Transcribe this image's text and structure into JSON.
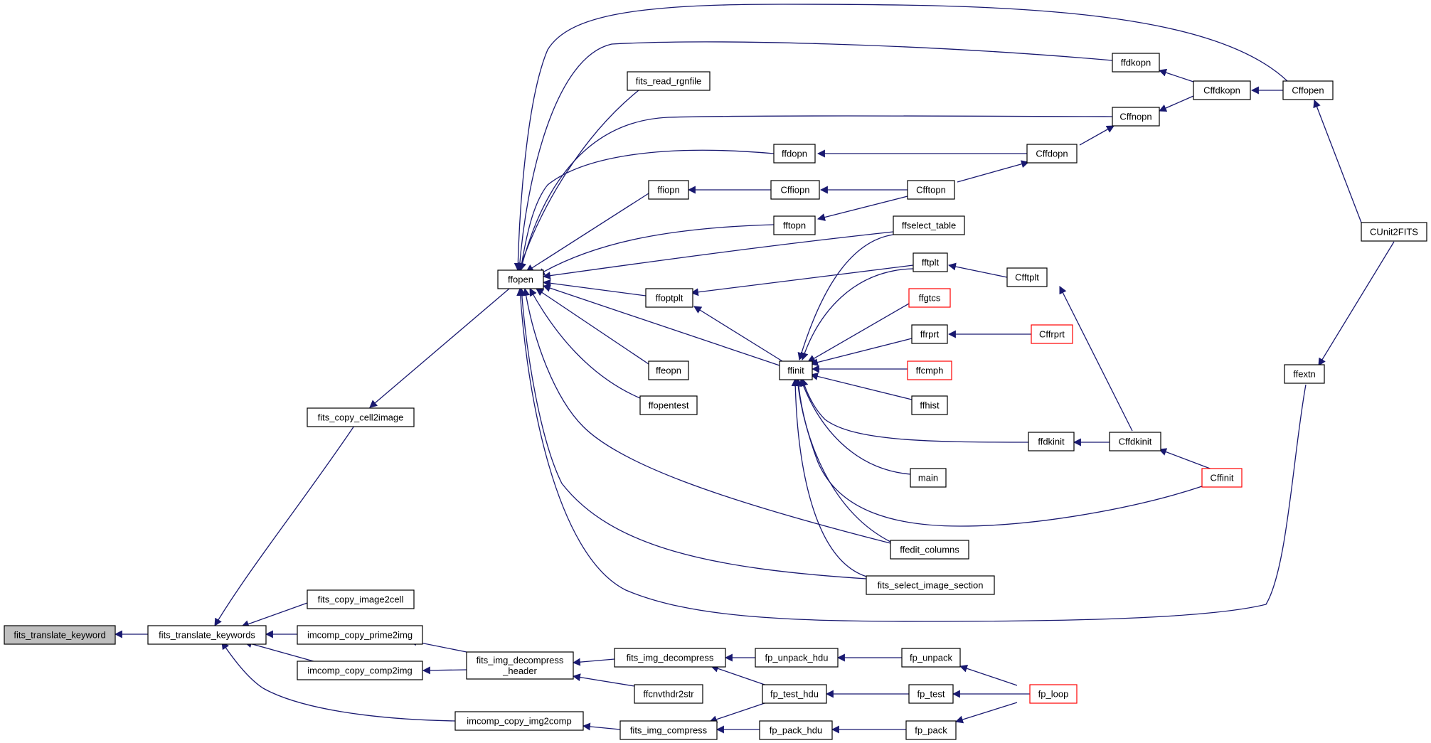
{
  "colors": {
    "edge": "#191970",
    "root_fill": "#bfbfbf",
    "truncated_border": "#ff0000"
  },
  "nodes": [
    {
      "id": "n_fits_translate_keyword",
      "lines": [
        "fits_translate_keyword"
      ],
      "root": true
    },
    {
      "id": "n_fits_translate_keywords",
      "lines": [
        "fits_translate_keywords"
      ]
    },
    {
      "id": "n_fits_copy_cell2image",
      "lines": [
        "fits_copy_cell2image"
      ]
    },
    {
      "id": "n_fits_copy_image2cell",
      "lines": [
        "fits_copy_image2cell"
      ]
    },
    {
      "id": "n_imcomp_copy_prime2img",
      "lines": [
        "imcomp_copy_prime2img"
      ]
    },
    {
      "id": "n_imcomp_copy_comp2img",
      "lines": [
        "imcomp_copy_comp2img"
      ]
    },
    {
      "id": "n_imcomp_copy_img2comp",
      "lines": [
        "imcomp_copy_img2comp"
      ]
    },
    {
      "id": "n_fits_img_decompress_header",
      "lines": [
        "fits_img_decompress",
        "_header"
      ]
    },
    {
      "id": "n_fits_img_decompress",
      "lines": [
        "fits_img_decompress"
      ]
    },
    {
      "id": "n_ffcnvthdr2str",
      "lines": [
        "ffcnvthdr2str"
      ]
    },
    {
      "id": "n_fits_img_compress",
      "lines": [
        "fits_img_compress"
      ]
    },
    {
      "id": "n_fp_unpack_hdu",
      "lines": [
        "fp_unpack_hdu"
      ]
    },
    {
      "id": "n_fp_test_hdu",
      "lines": [
        "fp_test_hdu"
      ]
    },
    {
      "id": "n_fp_pack_hdu",
      "lines": [
        "fp_pack_hdu"
      ]
    },
    {
      "id": "n_fp_unpack",
      "lines": [
        "fp_unpack"
      ]
    },
    {
      "id": "n_fp_test",
      "lines": [
        "fp_test"
      ]
    },
    {
      "id": "n_fp_pack",
      "lines": [
        "fp_pack"
      ]
    },
    {
      "id": "n_fp_loop",
      "lines": [
        "fp_loop"
      ],
      "truncated": true
    },
    {
      "id": "n_ffopen",
      "lines": [
        "ffopen"
      ]
    },
    {
      "id": "n_fits_read_rgnfile",
      "lines": [
        "fits_read_rgnfile"
      ]
    },
    {
      "id": "n_ffdopn",
      "lines": [
        "ffdopn"
      ]
    },
    {
      "id": "n_ffiopn",
      "lines": [
        "ffiopn"
      ]
    },
    {
      "id": "n_fftopn",
      "lines": [
        "fftopn"
      ]
    },
    {
      "id": "n_ffoptplt",
      "lines": [
        "ffoptplt"
      ]
    },
    {
      "id": "n_ffeopn",
      "lines": [
        "ffeopn"
      ]
    },
    {
      "id": "n_ffopentest",
      "lines": [
        "ffopentest"
      ]
    },
    {
      "id": "n_ffinit",
      "lines": [
        "ffinit"
      ]
    },
    {
      "id": "n_Cffiopn",
      "lines": [
        "Cffiopn"
      ]
    },
    {
      "id": "n_ffdkopn",
      "lines": [
        "ffdkopn"
      ]
    },
    {
      "id": "n_Cffnopn",
      "lines": [
        "Cffnopn"
      ]
    },
    {
      "id": "n_Cffdopn",
      "lines": [
        "Cffdopn"
      ]
    },
    {
      "id": "n_Cfftopn",
      "lines": [
        "Cfftopn"
      ]
    },
    {
      "id": "n_ffselect_table",
      "lines": [
        "ffselect_table"
      ]
    },
    {
      "id": "n_fftplt",
      "lines": [
        "fftplt"
      ]
    },
    {
      "id": "n_ffgtcs",
      "lines": [
        "ffgtcs"
      ],
      "truncated": true
    },
    {
      "id": "n_ffrprt",
      "lines": [
        "ffrprt"
      ]
    },
    {
      "id": "n_ffcmph",
      "lines": [
        "ffcmph"
      ],
      "truncated": true
    },
    {
      "id": "n_ffhist",
      "lines": [
        "ffhist"
      ]
    },
    {
      "id": "n_ffdkinit",
      "lines": [
        "ffdkinit"
      ]
    },
    {
      "id": "n_main",
      "lines": [
        "main"
      ]
    },
    {
      "id": "n_ffedit_columns",
      "lines": [
        "ffedit_columns"
      ]
    },
    {
      "id": "n_fits_select_image_section",
      "lines": [
        "fits_select_image_section"
      ]
    },
    {
      "id": "n_Cffdkopn",
      "lines": [
        "Cffdkopn"
      ]
    },
    {
      "id": "n_Cffopen",
      "lines": [
        "Cffopen"
      ]
    },
    {
      "id": "n_Cfftplt",
      "lines": [
        "Cfftplt"
      ]
    },
    {
      "id": "n_Cffrprt",
      "lines": [
        "Cffrprt"
      ],
      "truncated": true
    },
    {
      "id": "n_Cffdkinit",
      "lines": [
        "Cffdkinit"
      ]
    },
    {
      "id": "n_Cffinit",
      "lines": [
        "Cffinit"
      ],
      "truncated": true
    },
    {
      "id": "n_CUnit2FITS",
      "lines": [
        "CUnit2FITS"
      ]
    },
    {
      "id": "n_ffextn",
      "lines": [
        "ffextn"
      ]
    }
  ],
  "edges": [
    {
      "from": "n_fits_translate_keywords",
      "to": "n_fits_translate_keyword"
    },
    {
      "from": "n_fits_copy_cell2image",
      "to": "n_fits_translate_keywords"
    },
    {
      "from": "n_fits_copy_image2cell",
      "to": "n_fits_translate_keywords"
    },
    {
      "from": "n_imcomp_copy_prime2img",
      "to": "n_fits_translate_keywords"
    },
    {
      "from": "n_imcomp_copy_comp2img",
      "to": "n_fits_translate_keywords"
    },
    {
      "from": "n_imcomp_copy_img2comp",
      "to": "n_fits_translate_keywords"
    },
    {
      "from": "n_ffopen",
      "to": "n_fits_copy_cell2image"
    },
    {
      "from": "n_fits_img_decompress_header",
      "to": "n_imcomp_copy_prime2img"
    },
    {
      "from": "n_fits_img_decompress_header",
      "to": "n_imcomp_copy_comp2img"
    },
    {
      "from": "n_fits_img_compress",
      "to": "n_imcomp_copy_img2comp"
    },
    {
      "from": "n_fits_img_decompress",
      "to": "n_fits_img_decompress_header"
    },
    {
      "from": "n_ffcnvthdr2str",
      "to": "n_fits_img_decompress_header"
    },
    {
      "from": "n_fp_unpack_hdu",
      "to": "n_fits_img_decompress"
    },
    {
      "from": "n_fp_test_hdu",
      "to": "n_fits_img_decompress"
    },
    {
      "from": "n_fp_test_hdu",
      "to": "n_fits_img_compress"
    },
    {
      "from": "n_fp_pack_hdu",
      "to": "n_fits_img_compress"
    },
    {
      "from": "n_fp_unpack",
      "to": "n_fp_unpack_hdu"
    },
    {
      "from": "n_fp_test",
      "to": "n_fp_test_hdu"
    },
    {
      "from": "n_fp_pack",
      "to": "n_fp_pack_hdu"
    },
    {
      "from": "n_fp_loop",
      "to": "n_fp_unpack"
    },
    {
      "from": "n_fp_loop",
      "to": "n_fp_test"
    },
    {
      "from": "n_fp_loop",
      "to": "n_fp_pack"
    },
    {
      "from": "n_fits_read_rgnfile",
      "to": "n_ffopen"
    },
    {
      "from": "n_ffdopn",
      "to": "n_ffopen"
    },
    {
      "from": "n_ffiopn",
      "to": "n_ffopen"
    },
    {
      "from": "n_fftopn",
      "to": "n_ffopen"
    },
    {
      "from": "n_ffoptplt",
      "to": "n_ffopen"
    },
    {
      "from": "n_ffeopn",
      "to": "n_ffopen"
    },
    {
      "from": "n_ffopentest",
      "to": "n_ffopen"
    },
    {
      "from": "n_ffinit",
      "to": "n_ffopen"
    },
    {
      "from": "n_ffselect_table",
      "to": "n_ffopen"
    },
    {
      "from": "n_ffedit_columns",
      "to": "n_ffopen"
    },
    {
      "from": "n_fits_select_image_section",
      "to": "n_ffopen"
    },
    {
      "from": "n_ffdkopn",
      "to": "n_ffopen"
    },
    {
      "from": "n_Cffnopn",
      "to": "n_ffopen"
    },
    {
      "from": "n_Cffopen",
      "to": "n_ffopen"
    },
    {
      "from": "n_ffextn",
      "to": "n_ffopen"
    },
    {
      "from": "n_Cffdopn",
      "to": "n_ffdopn"
    },
    {
      "from": "n_Cffiopn",
      "to": "n_ffiopn"
    },
    {
      "from": "n_Cfftopn",
      "to": "n_Cffiopn"
    },
    {
      "from": "n_Cfftopn",
      "to": "n_fftopn"
    },
    {
      "from": "n_Cfftopn",
      "to": "n_Cffdopn"
    },
    {
      "from": "n_Cffdopn",
      "to": "n_Cffnopn"
    },
    {
      "from": "n_Cffdkopn",
      "to": "n_ffdkopn"
    },
    {
      "from": "n_Cffdkopn",
      "to": "n_Cffnopn"
    },
    {
      "from": "n_Cffopen",
      "to": "n_Cffdkopn"
    },
    {
      "from": "n_CUnit2FITS",
      "to": "n_Cffopen"
    },
    {
      "from": "n_CUnit2FITS",
      "to": "n_ffextn"
    },
    {
      "from": "n_fftplt",
      "to": "n_ffoptplt"
    },
    {
      "from": "n_ffinit",
      "to": "n_ffoptplt"
    },
    {
      "from": "n_ffselect_table",
      "to": "n_ffinit"
    },
    {
      "from": "n_fftplt",
      "to": "n_ffinit"
    },
    {
      "from": "n_ffgtcs",
      "to": "n_ffinit"
    },
    {
      "from": "n_ffrprt",
      "to": "n_ffinit"
    },
    {
      "from": "n_ffcmph",
      "to": "n_ffinit"
    },
    {
      "from": "n_ffhist",
      "to": "n_ffinit"
    },
    {
      "from": "n_ffdkinit",
      "to": "n_ffinit"
    },
    {
      "from": "n_main",
      "to": "n_ffinit"
    },
    {
      "from": "n_ffedit_columns",
      "to": "n_ffinit"
    },
    {
      "from": "n_fits_select_image_section",
      "to": "n_ffinit"
    },
    {
      "from": "n_Cffinit",
      "to": "n_ffinit"
    },
    {
      "from": "n_Cfftplt",
      "to": "n_fftplt"
    },
    {
      "from": "n_Cffrprt",
      "to": "n_ffrprt"
    },
    {
      "from": "n_Cffdkinit",
      "to": "n_ffdkinit"
    },
    {
      "from": "n_Cffdkinit",
      "to": "n_Cfftplt"
    },
    {
      "from": "n_Cffinit",
      "to": "n_Cffdkinit"
    }
  ]
}
